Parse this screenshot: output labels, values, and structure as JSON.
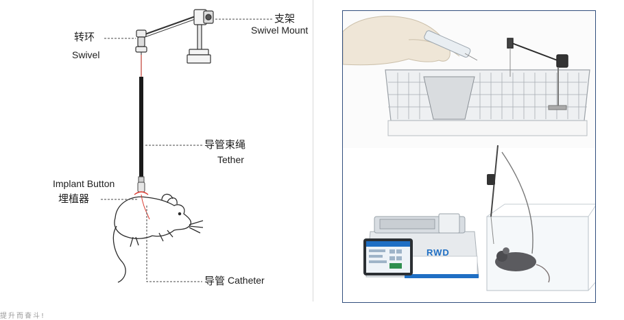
{
  "labels": {
    "swivel_mount_zh": "支架",
    "swivel_mount_en": "Swivel Mount",
    "swivel_zh": "转环",
    "swivel_en": "Swivel",
    "tether_zh": "导管束绳",
    "tether_en": "Tether",
    "implant_button_en": "Implant Button",
    "implant_button_zh": "埋植器",
    "catheter_zh": "导管",
    "catheter_en": "Catheter"
  },
  "pump_brand": "RWD",
  "bottom_slogan": "提升而奋斗!",
  "colors": {
    "panel_border": "#2f4d7c",
    "line_black": "#1a1a1a",
    "catheter_red": "#d9362b",
    "pump_blue": "#1f6fc4"
  }
}
